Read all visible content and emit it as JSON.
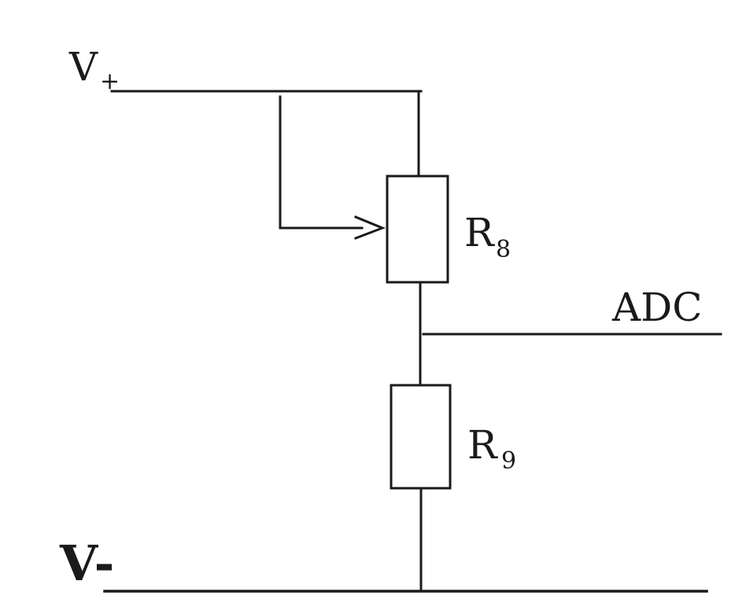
{
  "diagram": {
    "labels": {
      "v_plus_main": "V",
      "v_plus_sub": "+",
      "v_minus": "V-",
      "r8_main": "R",
      "r8_sub": "8",
      "r9_main": "R",
      "r9_sub": "9",
      "adc": "ADC"
    },
    "components": [
      {
        "id": "R8",
        "type": "variable-resistor"
      },
      {
        "id": "R9",
        "type": "resistor"
      }
    ],
    "colors": {
      "line": "#1a1a1a",
      "background": "#ffffff"
    }
  }
}
